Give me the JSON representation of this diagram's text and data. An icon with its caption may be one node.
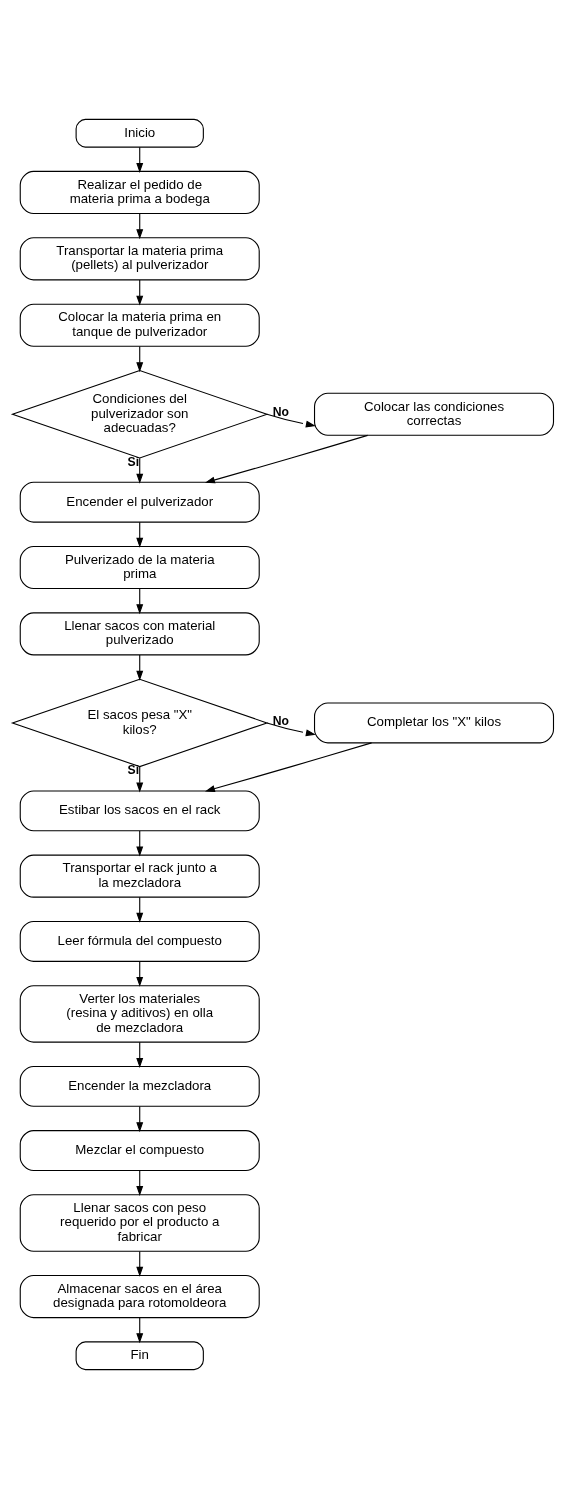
{
  "diagram": {
    "nodes": [
      {
        "text": [
          "Inicio"
        ]
      },
      {
        "text": [
          "Realizar el pedido de materia prima a bodega"
        ]
      },
      {
        "text": [
          "Transportar la materia prima (pellets) al pulverizador"
        ]
      },
      {
        "text": [
          "Colocar la materia prima en tanque de pulverizador"
        ]
      },
      {
        "text": [
          "Condiciones del pulverizador son adecuadas?"
        ]
      },
      {
        "text": [
          "Colocar las condiciones correctas"
        ]
      },
      {
        "text": [
          "Encender el pulverizador"
        ]
      },
      {
        "text": [
          "Pulverizado de la materia prima"
        ]
      },
      {
        "text": [
          "Llenar sacos con material pulverizado"
        ]
      },
      {
        "text": [
          "El sacos pesa \"X\" kilos?"
        ]
      },
      {
        "text": [
          "Completar los \"X\" kilos"
        ]
      },
      {
        "text": [
          "Estibar los sacos en el rack"
        ]
      },
      {
        "text": [
          "Transportar el rack junto a la mezcladora"
        ]
      },
      {
        "text": [
          "Leer fórmula del compuesto"
        ]
      },
      {
        "text": [
          "Verter los materiales (resina y aditivos) en olla de mezcladora"
        ]
      },
      {
        "text": [
          "Encender la mezcladora"
        ]
      },
      {
        "text": [
          "Mezclar el compuesto"
        ]
      },
      {
        "text": [
          "Llenar sacos con peso requerido por el producto a fabricar"
        ]
      },
      {
        "text": [
          "Almacenar sacos en el área designada para rotomoldeora"
        ]
      },
      {
        "text": [
          "Fin"
        ]
      }
    ],
    "edges": [
      {
        "from": 0,
        "to": 1,
        "arrow": "to"
      },
      {
        "from": 1,
        "to": 2,
        "arrow": "to"
      },
      {
        "from": 2,
        "to": 3,
        "arrow": "to"
      },
      {
        "from": 3,
        "to": 4,
        "arrow": "to"
      },
      {
        "from": 4,
        "to": 5,
        "arrow": "to",
        "label": "No"
      },
      {
        "from": 4,
        "to": 6,
        "arrow": "to",
        "label": "Si"
      },
      {
        "from": 5,
        "to": 6,
        "arrow": "to"
      },
      {
        "from": 6,
        "to": 7,
        "arrow": "to"
      },
      {
        "from": 7,
        "to": 8,
        "arrow": "to"
      },
      {
        "from": 8,
        "to": 9,
        "arrow": "to"
      },
      {
        "from": 9,
        "to": 10,
        "arrow": "to",
        "label": "No"
      },
      {
        "from": 9,
        "to": 11,
        "arrow": "to",
        "label": "Si"
      },
      {
        "from": 10,
        "to": 11,
        "arrow": "to"
      },
      {
        "from": 11,
        "to": 12,
        "arrow": "to"
      },
      {
        "from": 12,
        "to": 13,
        "arrow": "to"
      },
      {
        "from": 13,
        "to": 14,
        "arrow": "to"
      },
      {
        "from": 14,
        "to": 15,
        "arrow": "to"
      },
      {
        "from": 15,
        "to": 16,
        "arrow": "to"
      },
      {
        "from": 16,
        "to": 17,
        "arrow": "to"
      },
      {
        "from": 17,
        "to": 18,
        "arrow": "to"
      },
      {
        "from": 18,
        "to": 19,
        "arrow": "to"
      }
    ]
  }
}
